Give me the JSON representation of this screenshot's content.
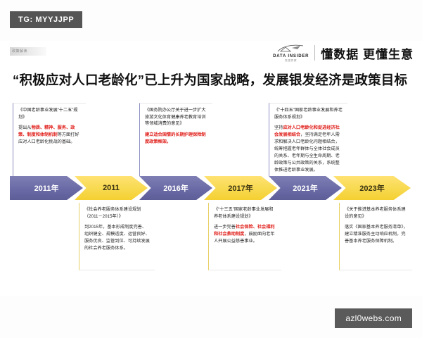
{
  "watermark_badge": {
    "label": "TG: MYYJJPP"
  },
  "watermark_footer": {
    "label": "azl0webs.com"
  },
  "header": {
    "category_tag": "政策解读",
    "brand_en": "DATA INSIDER",
    "brand_cn_small": "数据洞察",
    "brand_slogan": "懂数据 更懂生意"
  },
  "title": "“积极应对人口老龄化”已上升为国家战略，发展银发经济是政策目标",
  "timeline": {
    "arrows": [
      {
        "label": "2011年",
        "color_name": "purple",
        "color": "#6a6aa6"
      },
      {
        "label": "2011",
        "color_name": "yellow",
        "color": "#f7d94f"
      },
      {
        "label": "2016年",
        "color_name": "purple",
        "color": "#6a6aa6"
      },
      {
        "label": "2017年",
        "color_name": "yellow",
        "color": "#f7d94f"
      },
      {
        "label": "2021年",
        "color_name": "purple",
        "color": "#6a6aa6"
      },
      {
        "label": "2023年",
        "color_name": "yellow",
        "color": "#f7d94f"
      }
    ],
    "top_cards": [
      {
        "doc_title": "《中国老龄事业发展“十二五”规划》",
        "body_pre": "提出从",
        "body_hl": "物质、精神、服务、政策、制度和体制机制",
        "body_post": "等方面打好应对人口老龄化挑战的基础。"
      },
      {
        "doc_title": "《国务院办公厅关于进一步扩大旅游文化体育健康养老教育培训等领域消费的意见》",
        "body_pre": "",
        "body_hl": "建立适合国情的长期护理保险制度政策框架。",
        "body_post": ""
      },
      {
        "doc_title": "《“十四五”国家老龄事业发展和养老服务体系规划》",
        "body_pre": "坚持",
        "body_hl": "应对人口老龄化和促进经济社会发展相结合",
        "body_post": "，坚持满足老年人需求和解决人口老龄化问题相结合，统筹把握老年群体与全体社会成员的关系、老年期与全生命周期、老龄政策与公共政策的关系，系统整体推进老龄事业发展。"
      }
    ],
    "bottom_cards": [
      {
        "doc_title": "《社会养老服务体系建设规划（2011－2015年）》",
        "body_pre": "到2015年，基本形成制度完善、组织健全、规模适度、运营良好、服务优良、监管到位、可持续发展的社会养老服务体系。",
        "body_hl": "",
        "body_post": ""
      },
      {
        "doc_title": "《“十三五”国家老龄事业发展和养老体系建设规划》",
        "body_pre": "进一步完善",
        "body_hl": "社会保险、社会福利和社会救助制度",
        "body_post": "，鼓励面向老年人开展公益慈善事业。"
      },
      {
        "doc_title": "《关于推进基本养老服务体系建设的意见》",
        "body_pre": "落实《国家基本养老服务清单》，建立精准服务主动响应机制，完善基本养老服务保障机制。",
        "body_hl": "",
        "body_post": ""
      }
    ]
  }
}
